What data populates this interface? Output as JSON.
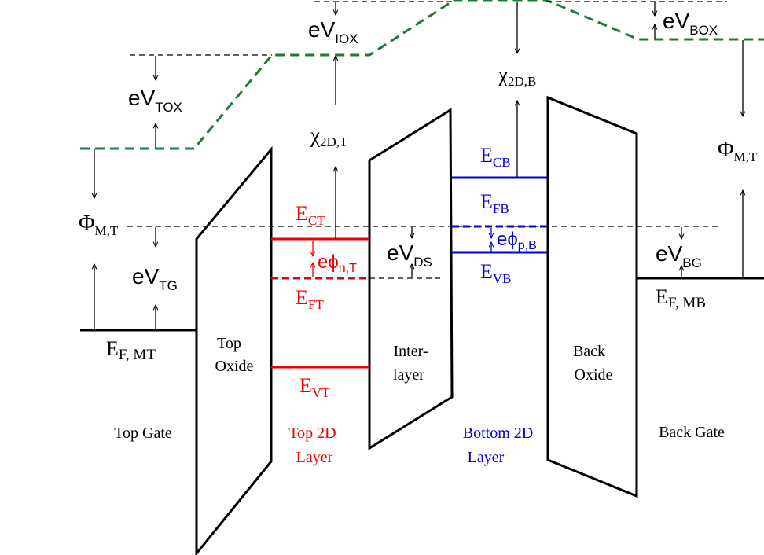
{
  "colors": {
    "black": "#000000",
    "red": "#ee0000",
    "blue": "#0000dd",
    "vacuum_green": "#1e7a3a"
  },
  "labels": {
    "ev_iox": {
      "main": "eV",
      "sub": "IOX"
    },
    "ev_box": {
      "main": "eV",
      "sub": "BOX"
    },
    "ev_tox": {
      "main": "eV",
      "sub": "TOX"
    },
    "chi_2d_b": {
      "main": "χ",
      "sub": "2D,B"
    },
    "chi_2d_t": {
      "main": "χ",
      "sub": "2D,T"
    },
    "phi_m_t_right": {
      "main": "Φ",
      "sub": "M,T"
    },
    "phi_m_t_left": {
      "main": "Φ",
      "sub": "M,T"
    },
    "e_cb": {
      "main": "E",
      "sub": "CB"
    },
    "e_fb": {
      "main": "E",
      "sub": "FB"
    },
    "e_vb": {
      "main": "E",
      "sub": "VB"
    },
    "e_phi_p_b": {
      "main": "eϕ",
      "sub": "p,B"
    },
    "e_ct": {
      "main": "E",
      "sub": "CT"
    },
    "e_phi_n_t": {
      "main": "eϕ",
      "sub": "n,T"
    },
    "e_ft": {
      "main": "E",
      "sub": "FT"
    },
    "e_vt": {
      "main": "E",
      "sub": "VT"
    },
    "ev_ds": {
      "main": "eV",
      "sub": "DS"
    },
    "ev_tg": {
      "main": "eV",
      "sub": "TG"
    },
    "ev_bg": {
      "main": "eV",
      "sub": "BG"
    },
    "ef_mt": {
      "main": "E",
      "sub": "F, MT"
    },
    "ef_mb": {
      "main": "E",
      "sub": "F, MB"
    }
  },
  "regions": {
    "top_oxide": [
      "Top",
      "Oxide"
    ],
    "interlayer": [
      "Inter-",
      "layer"
    ],
    "back_oxide": [
      "Back",
      "Oxide"
    ],
    "top_gate": "Top Gate",
    "top_2d": [
      "Top 2D",
      "Layer"
    ],
    "bottom_2d": [
      "Bottom 2D",
      "Layer"
    ],
    "back_gate": "Back Gate"
  }
}
